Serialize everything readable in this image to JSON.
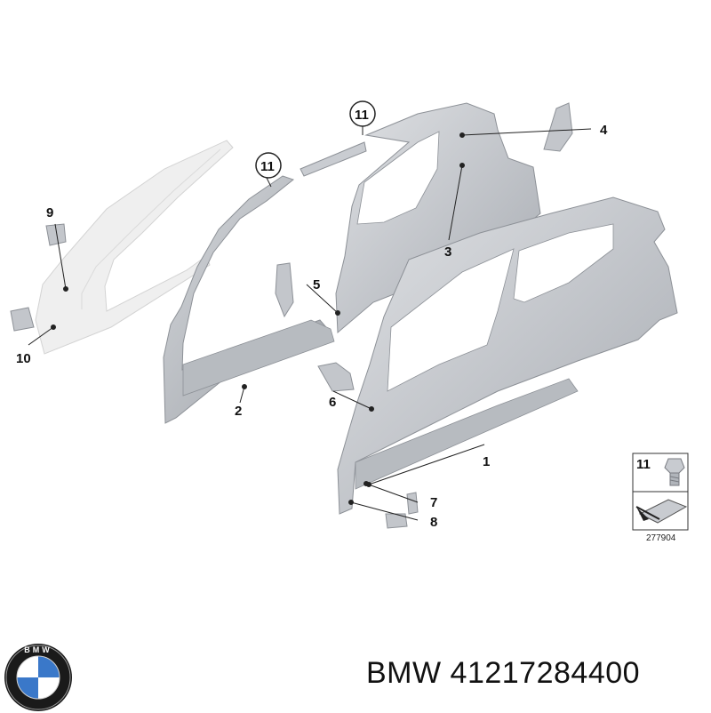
{
  "callouts": {
    "c1": "1",
    "c2": "2",
    "c3": "3",
    "c4": "4",
    "c5": "5",
    "c6": "6",
    "c7": "7",
    "c8": "8",
    "c9": "9",
    "c10": "10",
    "c11a": "11",
    "c11b": "11",
    "c11c": "11"
  },
  "diagram_number": "277904",
  "caption": {
    "brand": "BMW",
    "part_number": "41217284400"
  },
  "logo": {
    "letters": "BMW",
    "colors": {
      "ring": "#1a1a1a",
      "blue": "#3a78c9",
      "white": "#ffffff"
    }
  },
  "colors": {
    "panel": "#c9ccd1",
    "panel_dark": "#a9adb3",
    "ghost": "#eeeeee",
    "line": "#222222"
  }
}
